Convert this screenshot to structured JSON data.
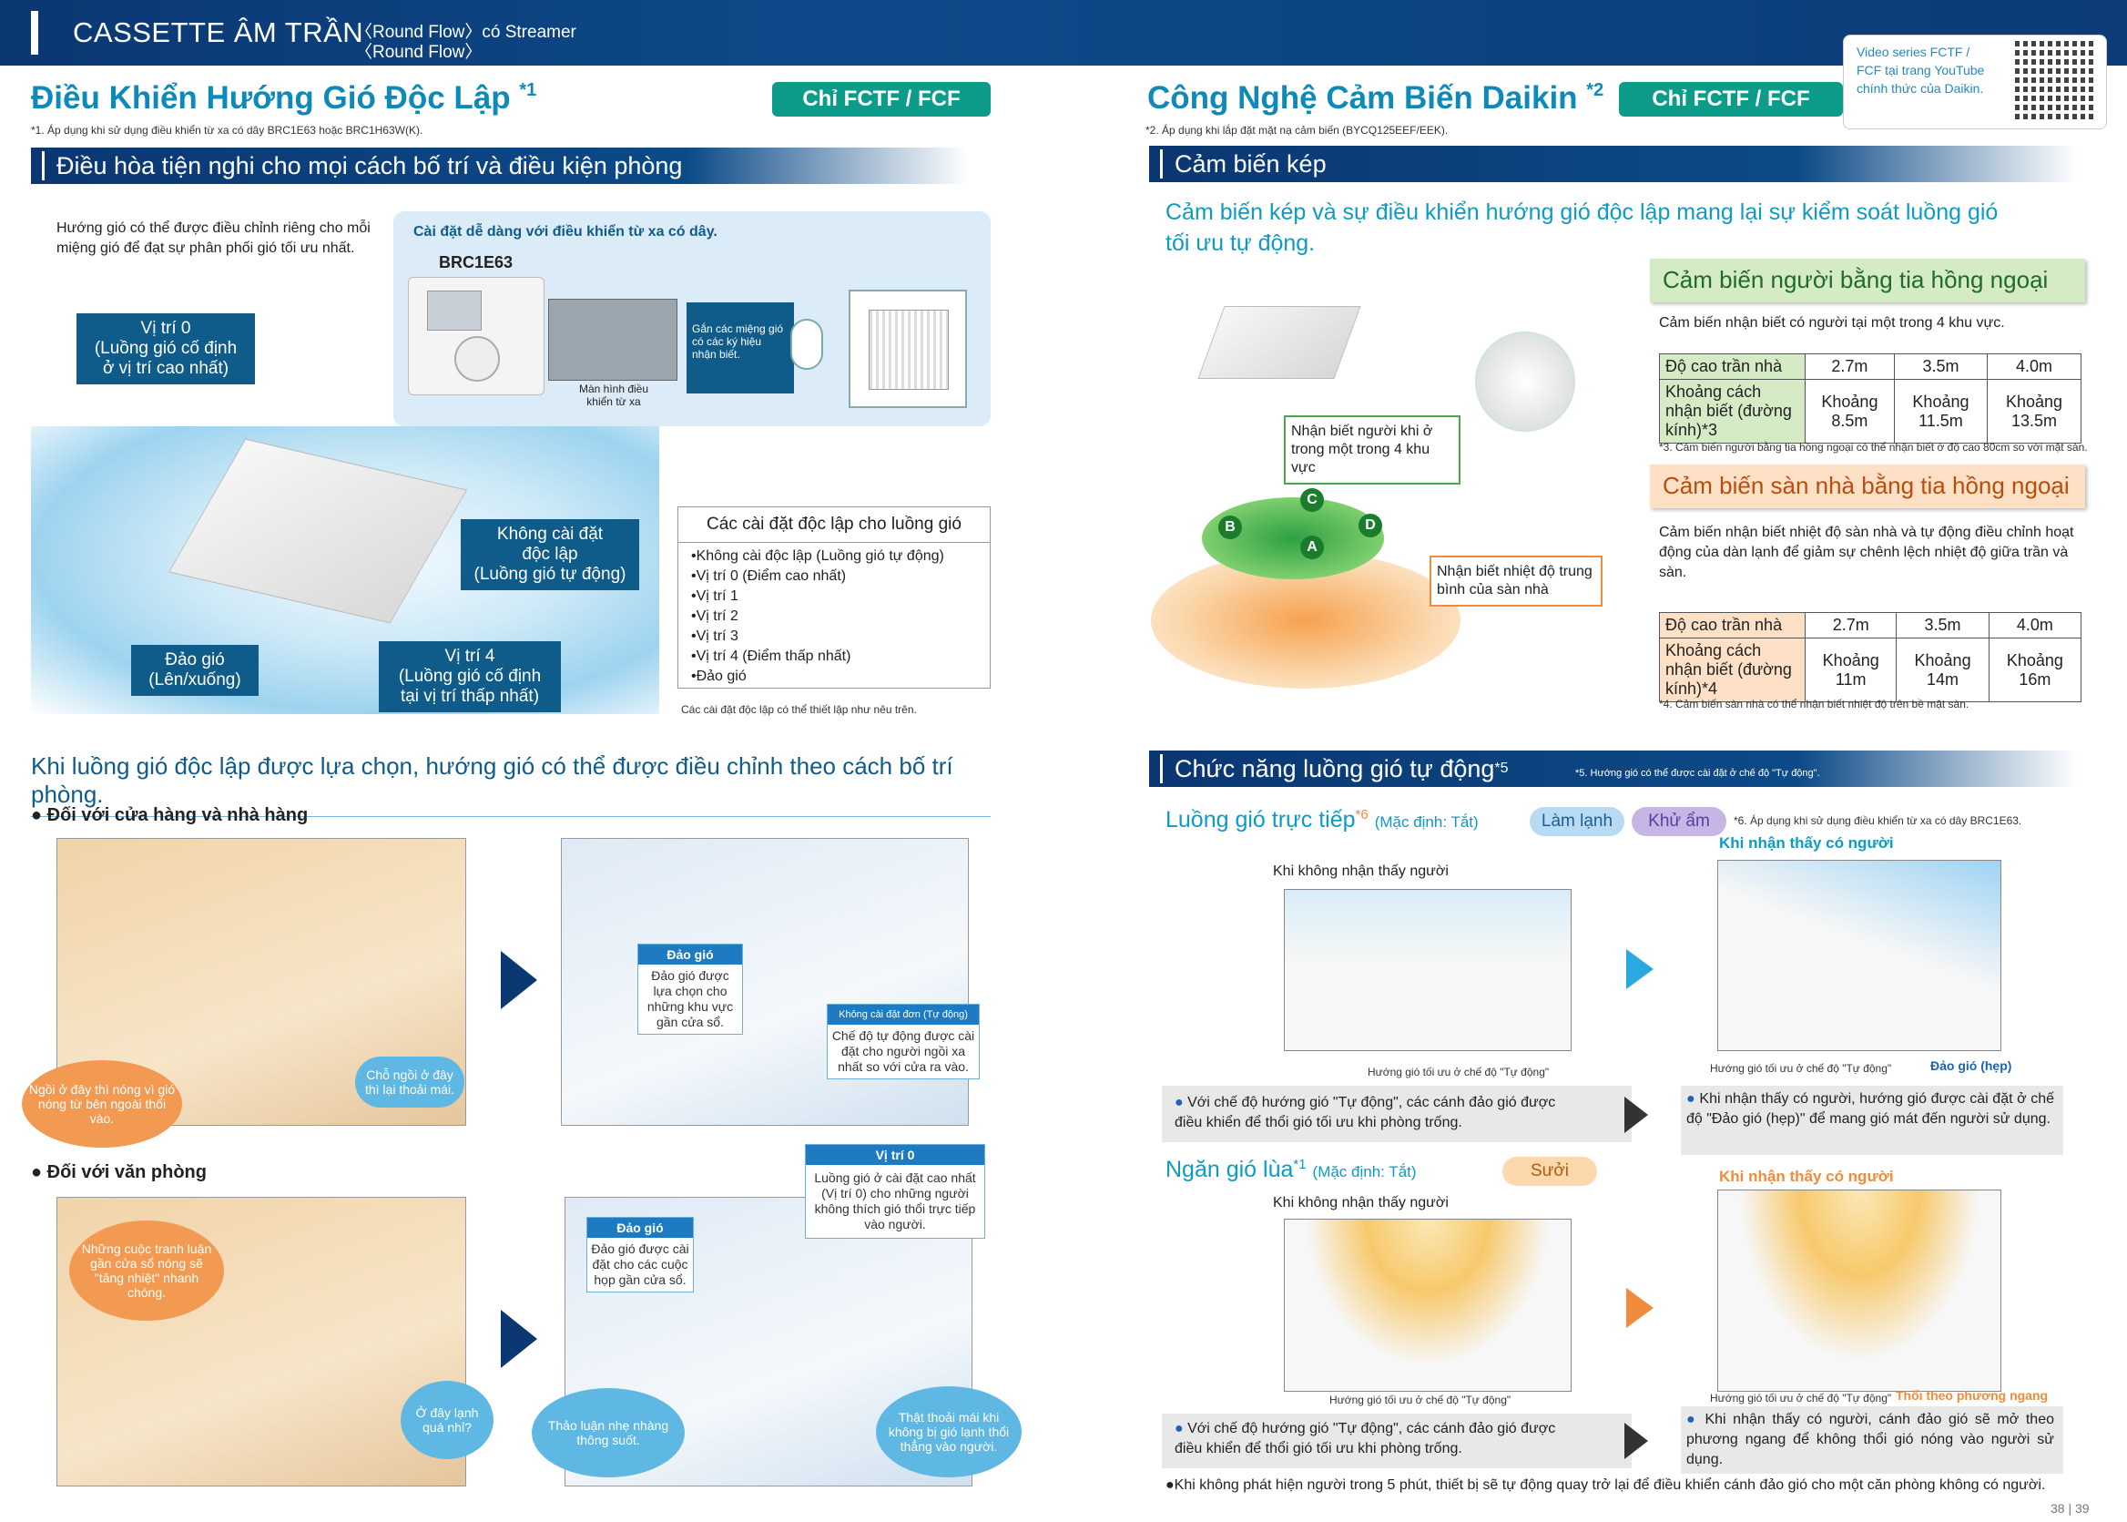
{
  "header": {
    "title": "CASSETTE ÂM TRẦN",
    "sub1": "〈Round Flow〉có Streamer",
    "sub2": "〈Round Flow〉"
  },
  "video": {
    "text": "Video series FCTF / FCF tại trang YouTube chính thức của Daikin."
  },
  "left": {
    "title": "Điều Khiển Hướng Gió Độc Lập",
    "title_sup": "*1",
    "badge": "Chỉ FCTF / FCF",
    "note": "*1. Áp dụng khi sử dụng điều khiển từ xa có dây BRC1E63 hoặc BRC1H63W(K).",
    "band": "Điều hòa tiện nghi cho mọi cách bố trí và điều kiện phòng",
    "intro": "Hướng gió có thể được điều chỉnh riêng cho mỗi miệng gió để đạt sự phân phối gió tối ưu nhất.",
    "remote": {
      "title": "Cài đặt dễ dàng với điều khiển từ xa có dây.",
      "model": "BRC1E63",
      "screen_caption": "Màn hình điều khiển từ xa",
      "marks_caption": "Gắn các miệng gió có các ký hiệu nhận biết."
    },
    "labels": {
      "pos0": "Vị trí 0\n(Luồng gió cố định\nở vị trí cao nhất)",
      "none": "Không cài đặt\nđộc lập\n(Luồng gió tự động)",
      "swing": "Đảo gió\n(Lên/xuống)",
      "pos4": "Vị trí 4\n(Luồng gió cố định\ntại vị trí thấp nhất)"
    },
    "settings": {
      "title": "Các cài đặt độc lập cho luồng gió",
      "items": [
        "•Không cài độc lập (Luồng gió tự động)",
        "•Vị trí 0 (Điểm cao nhất)",
        "•Vị trí 1",
        "•Vị trí 2",
        "•Vị trí 3",
        "•Vị trí 4 (Điểm thấp nhất)",
        "•Đảo gió"
      ],
      "foot": "Các cài đặt độc lập có thể thiết lập như nêu trên."
    },
    "layout_heading": "Khi luồng gió độc lập được lựa chọn, hướng gió có thể được điều chỉnh theo cách bố trí phòng.",
    "shops": {
      "heading": "● Đối với cửa hàng và nhà hàng",
      "bubble1": "Ngồi ở đây thì nóng vì gió nóng từ bên ngoài thổi vào.",
      "bubble2": "Chỗ ngồi ở đây thì lại thoải mái.",
      "box1_h": "Đảo gió",
      "box1": "Đảo gió được lựa chọn cho những khu vực gần cửa sổ.",
      "box2_h": "Không cài đặt đơn (Tự động)",
      "box2": "Chế độ tự động được cài đặt cho người ngồi xa nhất so với cửa ra vào."
    },
    "office": {
      "heading": "● Đối với văn phòng",
      "bubble1": "Những cuộc tranh luận gần cửa sổ nóng sẽ \"tăng nhiệt\" nhanh chóng.",
      "bubble2": "Ở đây lạnh quá nhỉ?",
      "box_pos0_h": "Vị trí 0",
      "box_pos0": "Luồng gió ở cài đặt cao nhất (Vị trí 0) cho những người không thích gió thổi trực tiếp vào người.",
      "box_swing_h": "Đảo gió",
      "box_swing": "Đảo gió được cài đặt cho các cuộc họp gần cửa sổ.",
      "bubble3": "Thảo luận nhẹ nhàng thông suốt.",
      "bubble4": "Thật thoải mái khi không bị gió lạnh thổi thẳng vào người."
    }
  },
  "right": {
    "title": "Công Nghệ Cảm Biến Daikin",
    "title_sup": "*2",
    "badge": "Chỉ FCTF / FCF",
    "note": "*2. Áp dụng khi lắp đặt mặt nạ cảm biến (BYCQ125EEF/EEK).",
    "band": "Cảm biến kép",
    "lead": "Cảm biến kép và sự điều khiển hướng gió độc lập mang lại sự kiểm soát luồng gió tối ưu tự động.",
    "zone_note": "Nhận biết người khi ở trong một trong 4 khu vực",
    "floor_note": "Nhận biết nhiệt độ trung bình của sàn nhà",
    "zones": [
      "A",
      "B",
      "C",
      "D"
    ],
    "ir": {
      "title": "Cảm biến người bằng tia hồng ngoại",
      "desc": "Cảm biến nhận biết có người tại một trong 4 khu vực.",
      "row1": [
        "Độ cao trần nhà",
        "2.7m",
        "3.5m",
        "4.0m"
      ],
      "row2": [
        "Khoảng cách nhận biết (đường kính)*3",
        "Khoảng 8.5m",
        "Khoảng 11.5m",
        "Khoảng 13.5m"
      ],
      "foot": "*3. Cảm biến người bằng tia hồng ngoại có thể nhận biết ở độ cao 80cm so với mặt sàn."
    },
    "floor": {
      "title": "Cảm biến sàn nhà bằng tia hồng ngoại",
      "desc": "Cảm biến nhận biết nhiệt độ sàn nhà và tự động điều chỉnh hoạt động của dàn lạnh để giảm sự chênh lệch nhiệt độ giữa trần và sàn.",
      "row1": [
        "Độ cao trần nhà",
        "2.7m",
        "3.5m",
        "4.0m"
      ],
      "row2": [
        "Khoảng cách nhận biết (đường kính)*4",
        "Khoảng 11m",
        "Khoảng 14m",
        "Khoảng 16m"
      ],
      "foot": "*4. Cảm biến sàn nhà có thể nhận biết nhiệt độ trên bề mặt sàn."
    },
    "auto_band": "Chức năng luồng gió tự động",
    "auto_sup": "*5",
    "auto_note": "*5. Hướng gió có thể được cài đặt ở chế độ \"Tự động\".",
    "direct": {
      "title": "Luồng gió trực tiếp",
      "sup": "*6",
      "default": "(Mặc định: Tắt)",
      "tag1": "Làm lạnh",
      "tag2": "Khử ẩm",
      "note": "*6. Áp dụng khi sử dụng điều khiển từ xa có dây BRC1E63.",
      "no_person": "Khi không nhận thấy người",
      "person": "Khi nhận thấy có người",
      "cap1": "Hướng gió tối ưu ở chế độ \"Tự động\"",
      "cap2": "Hướng gió tối ưu ở chế độ \"Tự động\"",
      "cap2b": "Đảo gió (hẹp)",
      "desc1": "Với chế độ hướng gió \"Tự động\", các cánh đảo gió được điều khiển để thổi gió tối ưu khi phòng trống.",
      "desc2": "Khi nhận thấy có người, hướng gió được cài đặt ở chế độ \"Đảo gió (hẹp)\" để mang gió mát đến người sử dụng."
    },
    "draft": {
      "title": "Ngăn gió lùa",
      "sup": "*1",
      "default": "(Mặc định: Tắt)",
      "tag": "Sưởi",
      "no_person": "Khi không nhận thấy người",
      "person": "Khi nhận thấy có người",
      "cap1": "Hướng gió tối ưu ở chế độ \"Tự động\"",
      "cap2": "Hướng gió tối ưu ở chế độ \"Tự động\"",
      "cap2b": "Thổi theo phương ngang",
      "desc1": "Với chế độ hướng gió \"Tự động\", các cánh đảo gió được điều khiển để thổi gió tối ưu khi phòng trống.",
      "desc2": "Khi nhận thấy có người, cánh đảo gió sẽ mở theo phương ngang để không thổi gió nóng vào người sử dụng."
    },
    "final_note": "●Khi không phát hiện người trong 5 phút, thiết bị sẽ tự động quay trở lại để điều khiển cánh đảo gió cho một căn phòng không có người.",
    "page": "38 | 39"
  },
  "colors": {
    "navy": "#0b3772",
    "teal": "#0d9b8a",
    "sky": "#0d8ab9",
    "green": "#d5ebc6",
    "peach": "#fde0c5",
    "orange": "#f29a52"
  }
}
